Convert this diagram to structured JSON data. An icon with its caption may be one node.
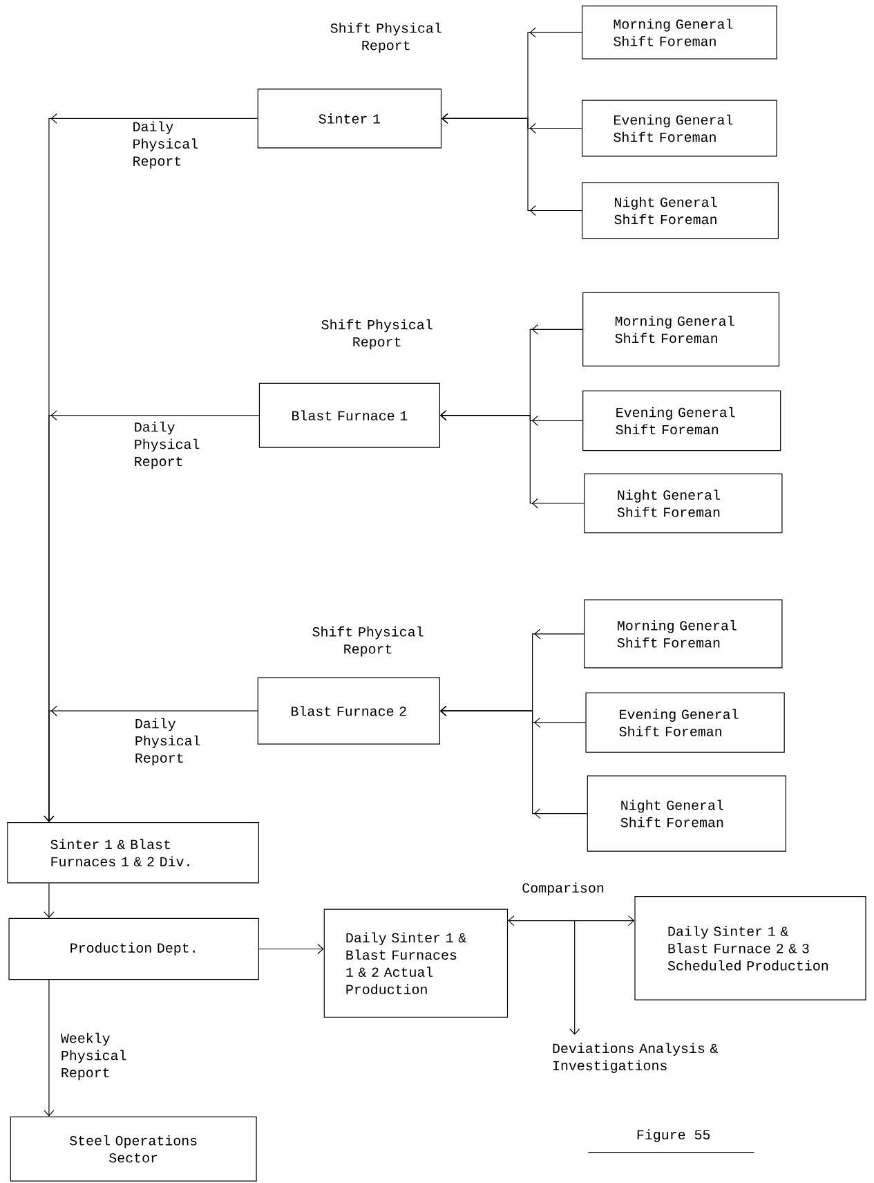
{
  "diagram": {
    "caption": "Figure 55",
    "nodes": [
      {
        "text": [
          "Morning General Shift Foreman"
        ]
      },
      {
        "text": [
          "Evening General Shift Foreman"
        ]
      },
      {
        "text": [
          "Night General Shift Foreman"
        ]
      },
      {
        "text": [
          "Sinter 1"
        ]
      },
      {
        "text": [
          "Morning General Shift Foreman"
        ]
      },
      {
        "text": [
          "Evening General Shift Foreman"
        ]
      },
      {
        "text": [
          "Night General Shift Foreman"
        ]
      },
      {
        "text": [
          "Blast Furnace 1"
        ]
      },
      {
        "text": [
          "Morning General Shift Foreman"
        ]
      },
      {
        "text": [
          "Evening General Shift Foreman"
        ]
      },
      {
        "text": [
          "Night General Shift Foreman"
        ]
      },
      {
        "text": [
          "Blast Furnace 2"
        ]
      },
      {
        "text": [
          "Sinter 1 & Blast Furnaces 1 & 2 Div."
        ]
      },
      {
        "text": [
          "Production Dept."
        ]
      },
      {
        "text": [
          "Daily Sinter 1 & Blast Furnaces 1 & 2 Actual Production"
        ]
      },
      {
        "text": [
          "Daily Sinter 1 & Blast Furnace 2 & 3 Scheduled Production"
        ]
      },
      {
        "text": [
          "Deviations Analysis & Investigations"
        ]
      },
      {
        "text": [
          "Steel Operations Sector"
        ]
      }
    ],
    "edges": [
      {
        "from": 0,
        "to": 3,
        "arrow": "to"
      },
      {
        "from": 1,
        "to": 3,
        "arrow": "to"
      },
      {
        "from": 2,
        "to": 3,
        "arrow": "to"
      },
      {
        "from": 4,
        "to": 7,
        "arrow": "to"
      },
      {
        "from": 5,
        "to": 7,
        "arrow": "to"
      },
      {
        "from": 6,
        "to": 7,
        "arrow": "to"
      },
      {
        "from": 8,
        "to": 11,
        "arrow": "to"
      },
      {
        "from": 9,
        "to": 11,
        "arrow": "to"
      },
      {
        "from": 10,
        "to": 11,
        "arrow": "to"
      },
      {
        "from": 3,
        "to": 12,
        "arrow": "to",
        "label": "Daily Physical Report"
      },
      {
        "from": 7,
        "to": 12,
        "arrow": "to",
        "label": "Daily Physical Report"
      },
      {
        "from": 11,
        "to": 12,
        "arrow": "to",
        "label": "Daily Physical Report"
      },
      {
        "from": 12,
        "to": 13,
        "arrow": "to"
      },
      {
        "from": 13,
        "to": 14,
        "arrow": "to"
      },
      {
        "from": 13,
        "to": 17,
        "arrow": "to",
        "label": "Weekly Physical Report"
      },
      {
        "from": 14,
        "to": 15,
        "arrow": "both",
        "label": "Comparison"
      },
      {
        "from": null,
        "to": 16,
        "arrow": "to"
      }
    ],
    "labels": [
      "Shift Physical Report",
      "Shift Physical Report",
      "Shift Physical Report"
    ]
  }
}
